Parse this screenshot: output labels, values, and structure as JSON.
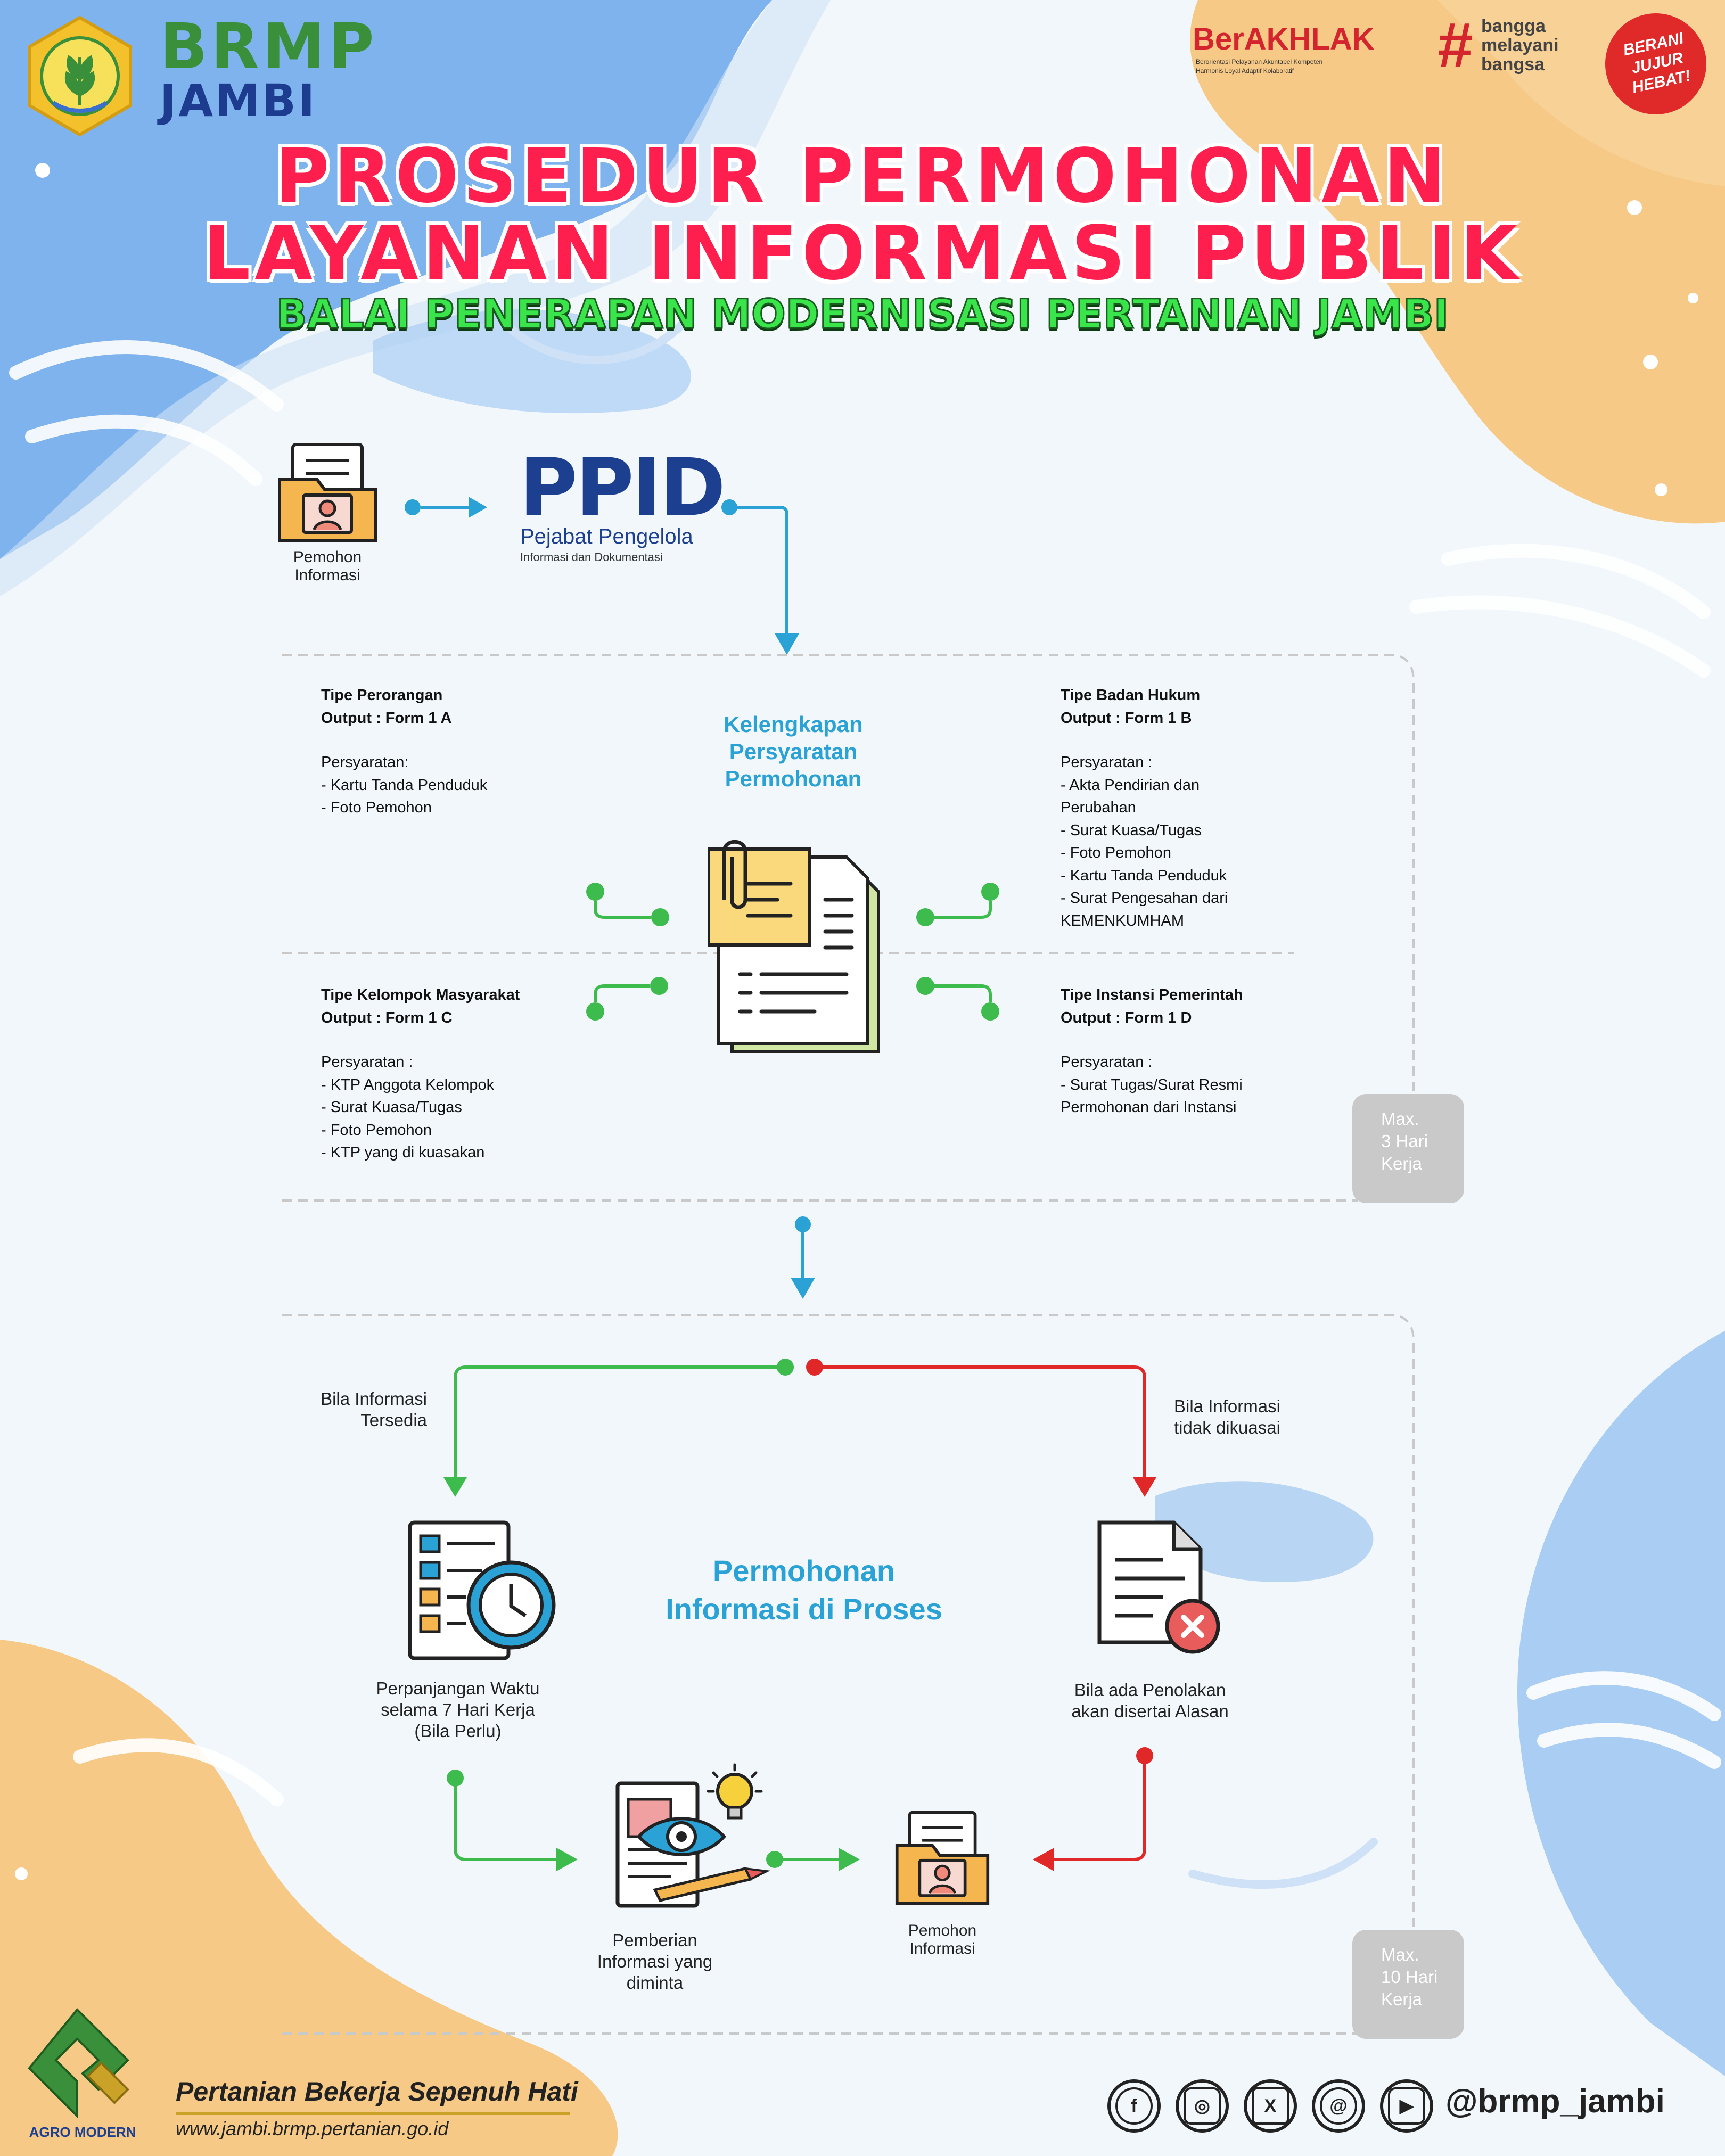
{
  "header": {
    "org_name": "BRMP",
    "org_region": "JAMBI",
    "berakhlak": "BerAKHLAK",
    "berakhlak_tagline": "Berorientasi Pelayanan Akuntabel Kompeten\nHarmonis Loyal Adaptif Kolaboratif",
    "bangga_hash": "#",
    "bangga_text": "bangga\nmelayani\nbangsa",
    "berani_text": "BERANI\nJUJUR\nHEBAT!"
  },
  "title": {
    "line1": "PROSEDUR PERMOHONAN",
    "line2": "LAYANAN INFORMASI PUBLIK",
    "subtitle": "BALAI PENERAPAN MODERNISASI PERTANIAN JAMBI"
  },
  "top_flow": {
    "applicant_label": "Pemohon\nInformasi",
    "ppid_logo": "PPID",
    "ppid_name": "Pejabat Pengelola",
    "ppid_sub": "Informasi dan Dokumentasi"
  },
  "requirements_section": {
    "center_title": "Kelengkapan\nPersyaratan\nPermohonan",
    "perorangan": {
      "title": "Tipe Perorangan",
      "output": "Output : Form 1 A",
      "body": "Persyaratan:\n- Kartu Tanda Penduduk\n- Foto Pemohon"
    },
    "badan_hukum": {
      "title": "Tipe Badan Hukum",
      "output": "Output : Form 1 B",
      "body": "Persyaratan :\n- Akta Pendirian dan\n  Perubahan\n- Surat Kuasa/Tugas\n- Foto Pemohon\n- Kartu Tanda Penduduk\n- Surat Pengesahan dari\n  KEMENKUMHAM"
    },
    "kelompok": {
      "title": "Tipe Kelompok Masyarakat",
      "output": "Output : Form 1 C",
      "body": "Persyaratan :\n- KTP Anggota Kelompok\n- Surat Kuasa/Tugas\n- Foto Pemohon\n- KTP yang di kuasakan"
    },
    "instansi": {
      "title": "Tipe Instansi Pemerintah",
      "output": "Output : Form 1 D",
      "body": "Persyaratan :\n- Surat Tugas/Surat Resmi\nPermohonan dari Instansi"
    },
    "max_badge": "Max.\n3 Hari\nKerja"
  },
  "process_section": {
    "center_title": "Permohonan\nInformasi di Proses",
    "left_branch_label": "Bila Informasi\nTersedia",
    "right_branch_label": "Bila Informasi\ntidak dikuasai",
    "extension_label": "Perpanjangan Waktu\nselama 7 Hari Kerja\n(Bila Perlu)",
    "rejection_label": "Bila ada Penolakan\nakan disertai Alasan",
    "delivery_label": "Pemberian\nInformasi yang\ndiminta",
    "applicant_label": "Pemohon\nInformasi",
    "max_badge": "Max.\n10 Hari\nKerja"
  },
  "footer": {
    "agro_label": "AGRO MODERN",
    "slogan": "Pertanian Bekerja Sepenuh Hati",
    "website": "www.jambi.brmp.pertanian.go.id",
    "social_icons": [
      "facebook-icon",
      "instagram-icon",
      "x-icon",
      "threads-icon",
      "youtube-icon"
    ],
    "handle": "@brmp_jambi"
  },
  "colors": {
    "title_red": "#ff1f4f",
    "subtitle_green": "#39e54b",
    "accent_blue": "#2aa2d6",
    "flow_green": "#3dbb4d",
    "flow_red": "#e12828",
    "brand_green": "#3a8f3a",
    "brand_blue": "#1d3c8f"
  }
}
